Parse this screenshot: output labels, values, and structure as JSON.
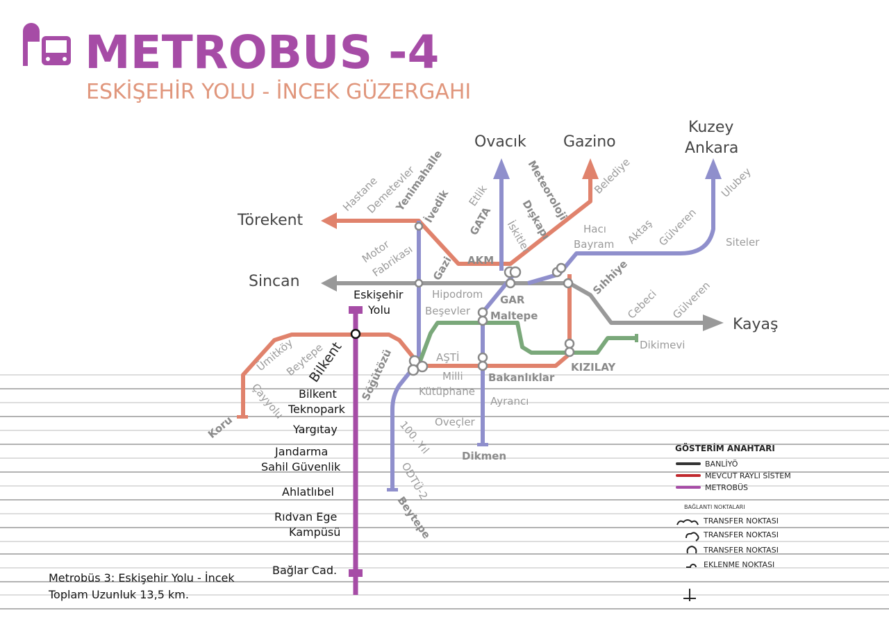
{
  "header": {
    "title": "METROBUS -4",
    "subtitle": "ESKİŞEHİR YOLU  - İNCEK GÜZERGAHI"
  },
  "colors": {
    "metrobus": "#a64ca6",
    "rail": "#e0826c",
    "blue": "#8f8fcc",
    "gray": "#999999",
    "green": "#7aa87a",
    "subtitle": "#e0967c"
  },
  "destinations": {
    "torekent": "Törekent",
    "sincan": "Sincan",
    "ovacik": "Ovacık",
    "gazino": "Gazino",
    "kuzey1": "Kuzey",
    "kuzey2": "Ankara",
    "kayas": "Kayaş"
  },
  "stations": {
    "hastane": "Hastane",
    "demetevler": "Demetevler",
    "yenimahalle": "Yenimahalle",
    "ivedik": "İvedik",
    "etlik": "Etlik",
    "gata": "GATA",
    "meteoroloji": "Meteoroloji",
    "diskapi": "Dışkapı",
    "iskitler": "İskitler",
    "belediye": "Belediye",
    "ulubey": "Ulubey",
    "gulveren1": "Gülveren",
    "siteler": "Siteler",
    "aktas": "Aktaş",
    "haci1": "Hacı",
    "haci2": "Bayram",
    "motor1": "Motor",
    "motor2": "Fabrikası",
    "gazi": "Gazi",
    "akm": "AKM",
    "hipodrom": "Hipodrom",
    "gar": "GAR",
    "sihhiye": "Sıhhiye",
    "cebeci": "Cebeci",
    "gulveren2": "Gülveren",
    "besevler": "Beşevler",
    "maltepe": "Maltepe",
    "dikimevi": "Dikimevi",
    "asti": "AŞTİ",
    "kizilay": "KIZILAY",
    "bakanliklar": "Bakanlıklar",
    "milli1": "Milli",
    "milli2": "Kütüphane",
    "ayranci": "Ayrancı",
    "ovecler": "Öveçler",
    "dikmen": "Dikmen",
    "yil100": "100. Yıl",
    "odtu2": "ODTÜ-2",
    "beytepe2": "Beytepe",
    "sogutozu": "Söğütözü",
    "bilkent": "Bilkent",
    "beytepe": "Beytepe",
    "umitkoy": "Ümitköy",
    "cayyolu": "Çayyolu",
    "koru": "Koru"
  },
  "metrobus_stops": {
    "eskisehir1": "Eskişehir",
    "eskisehir2": "Yolu",
    "bilkent1": "Bilkent",
    "bilkent2": "Teknopark",
    "yargitay": "Yargıtay",
    "jandarma1": "Jandarma",
    "jandarma2": "Sahil Güvenlik",
    "ahlatlibel": "Ahlatlıbel",
    "ridvan1": "Rıdvan Ege",
    "ridvan2": "Kampüsü",
    "baglar": "Bağlar Cad."
  },
  "footer": {
    "line1": "Metrobüs 3: Eskişehir Yolu - İncek",
    "line2": "Toplam Uzunluk 13,5 km."
  },
  "legend": {
    "title": "GÖSTERİM ANAHTARI",
    "items": [
      {
        "label": "BANLİYÖ",
        "color": "#333333"
      },
      {
        "label": "MEVCUT RAYLI SİSTEM",
        "color": "#c0282d"
      },
      {
        "label": "METROBÜS",
        "color": "#a64ca6"
      }
    ],
    "subtitle": "BAĞLANTI NOKTALARI",
    "points": [
      "TRANSFER NOKTASI",
      "TRANSFER NOKTASI",
      "TRANSFER NOKTASI",
      "EKLENME NOKTASI"
    ]
  }
}
